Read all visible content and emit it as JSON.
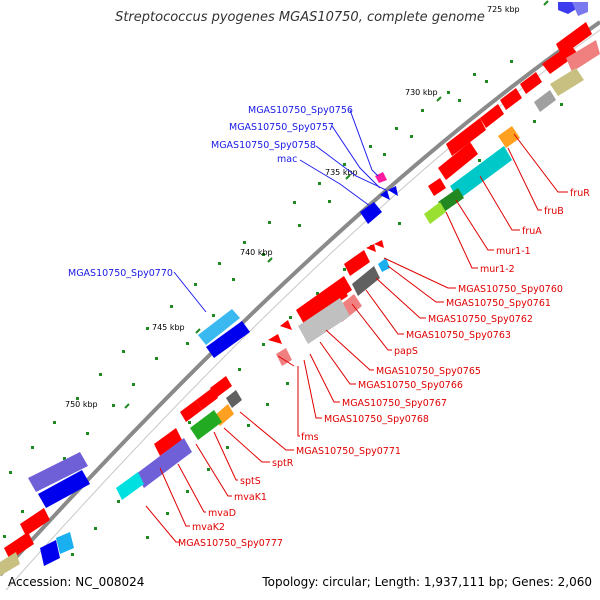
{
  "title": "Streptococcus pyogenes MGAS10750, complete genome",
  "footer": {
    "accession": "Accession: NC_008024",
    "summary": "Topology: circular; Length: 1,937,111 bp; Genes: 2,060"
  },
  "scale_labels": [
    "725 kbp",
    "730 kbp",
    "735 kbp",
    "740 kbp",
    "745 kbp",
    "750 kbp"
  ],
  "gene_labels_reverse": [
    "MGAS10750_Spy0756",
    "MGAS10750_Spy0757",
    "MGAS10750_Spy0758",
    "mac",
    "MGAS10750_Spy0770"
  ],
  "gene_labels_forward": [
    "fruR",
    "fruB",
    "fruA",
    "mur1-1",
    "mur1-2",
    "MGAS10750_Spy0760",
    "MGAS10750_Spy0761",
    "MGAS10750_Spy0762",
    "MGAS10750_Spy0763",
    "papS",
    "MGAS10750_Spy0765",
    "MGAS10750_Spy0766",
    "MGAS10750_Spy0767",
    "MGAS10750_Spy0768",
    "fms",
    "MGAS10750_Spy0771",
    "sptR",
    "sptS",
    "mvaK1",
    "mvaD",
    "mvaK2",
    "MGAS10750_Spy0777"
  ],
  "colors": {
    "backbone": "#808080",
    "forward_gene": "#ff0000",
    "reverse_gene": "#0000ee",
    "tick": "#1f7a1f",
    "label_forward": "#e00000",
    "label_reverse": "#1a1ae6"
  }
}
